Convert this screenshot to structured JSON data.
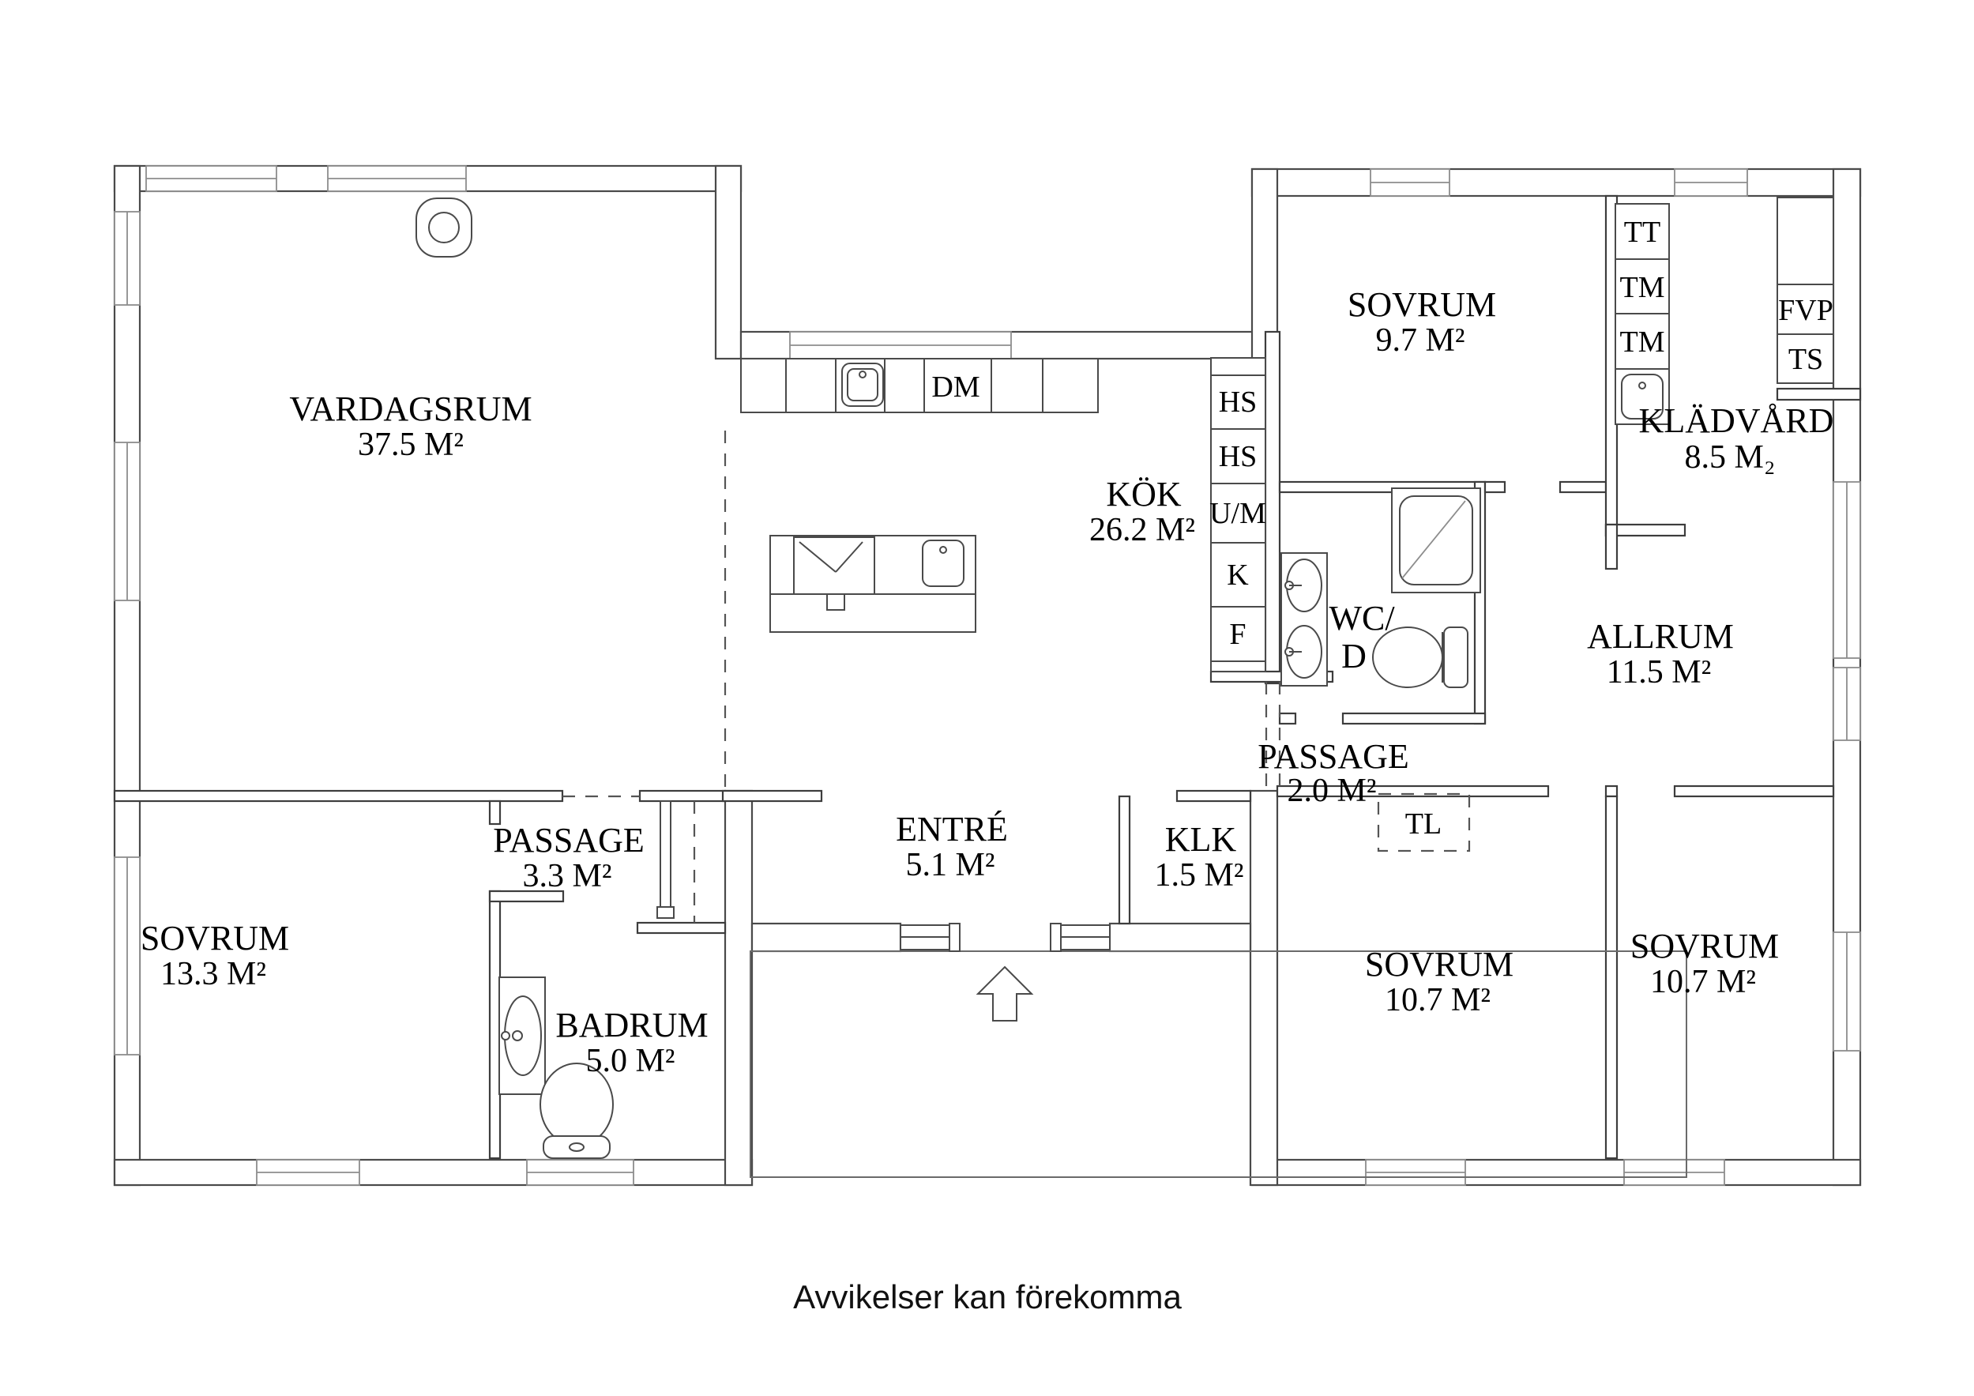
{
  "footer": {
    "disclaimer": "Avvikelser kan förekomma"
  },
  "rooms": [
    {
      "id": "vardagsrum",
      "name": "VARDAGSRUM",
      "area": "37.5 M²"
    },
    {
      "id": "kok",
      "name": "KÖK",
      "area": "26.2 M²"
    },
    {
      "id": "sovrum-ne",
      "name": "SOVRUM",
      "area": "9.7 M²"
    },
    {
      "id": "kladvard",
      "name": "KLÄDVÅRD",
      "area": "8.5 M₂"
    },
    {
      "id": "allrum",
      "name": "ALLRUM",
      "area": "11.5 M²"
    },
    {
      "id": "wc-dusch",
      "name": "WC/",
      "area": "D"
    },
    {
      "id": "passage-ost",
      "name": "PASSAGE",
      "area": "2.0 M²"
    },
    {
      "id": "entre",
      "name": "ENTRÉ",
      "area": "5.1 M²"
    },
    {
      "id": "klk",
      "name": "KLK",
      "area": "1.5 M²"
    },
    {
      "id": "sovrum-sv",
      "name": "SOVRUM",
      "area": "13.3 M²"
    },
    {
      "id": "passage-vast",
      "name": "PASSAGE",
      "area": "3.3 M²"
    },
    {
      "id": "badrum",
      "name": "BADRUM",
      "area": "5.0 M²"
    },
    {
      "id": "sovrum-s1",
      "name": "SOVRUM",
      "area": "10.7 M²"
    },
    {
      "id": "sovrum-s2",
      "name": "SOVRUM",
      "area": "10.7 M²"
    }
  ],
  "appliances": {
    "dm": "DM",
    "hs1": "HS",
    "hs2": "HS",
    "um": "U/M",
    "k": "K",
    "f": "F",
    "tt": "TT",
    "tm1": "TM",
    "tm2": "TM",
    "fvp": "FVP",
    "ts": "TS",
    "tl": "TL"
  }
}
